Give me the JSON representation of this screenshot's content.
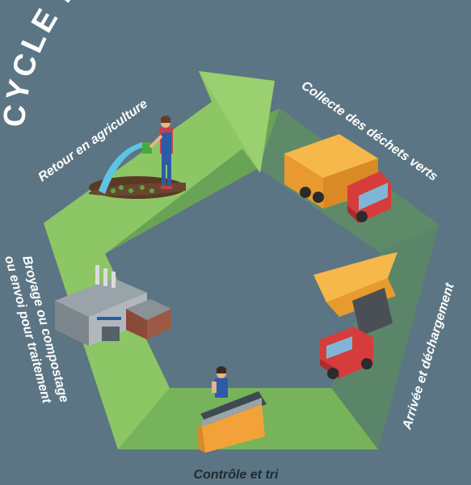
{
  "title": "CYCLE DE REVALORISATION",
  "steps": {
    "collecte": "Collecte des déchets verts",
    "arrivee": "Arrivée et déchargement",
    "controle": "Contrôle et tri",
    "broyage_line1": "Broyage ou compostage",
    "broyage_line2": "ou envoi pour traitement",
    "retour": "Retour en agriculture"
  },
  "colors": {
    "background": "#5b7584",
    "arrow_light": "#8cc665",
    "arrow_mid": "#77b35a",
    "arrow_dark": "#6aa850",
    "arrow_shadow": "#4f7a6a",
    "truck_body": "#f4a83a",
    "truck_cab": "#d63c3c"
  },
  "icons": [
    "watering-person-icon",
    "garbage-truck-icon",
    "dump-truck-icon",
    "sorting-worker-icon",
    "factory-icon"
  ]
}
